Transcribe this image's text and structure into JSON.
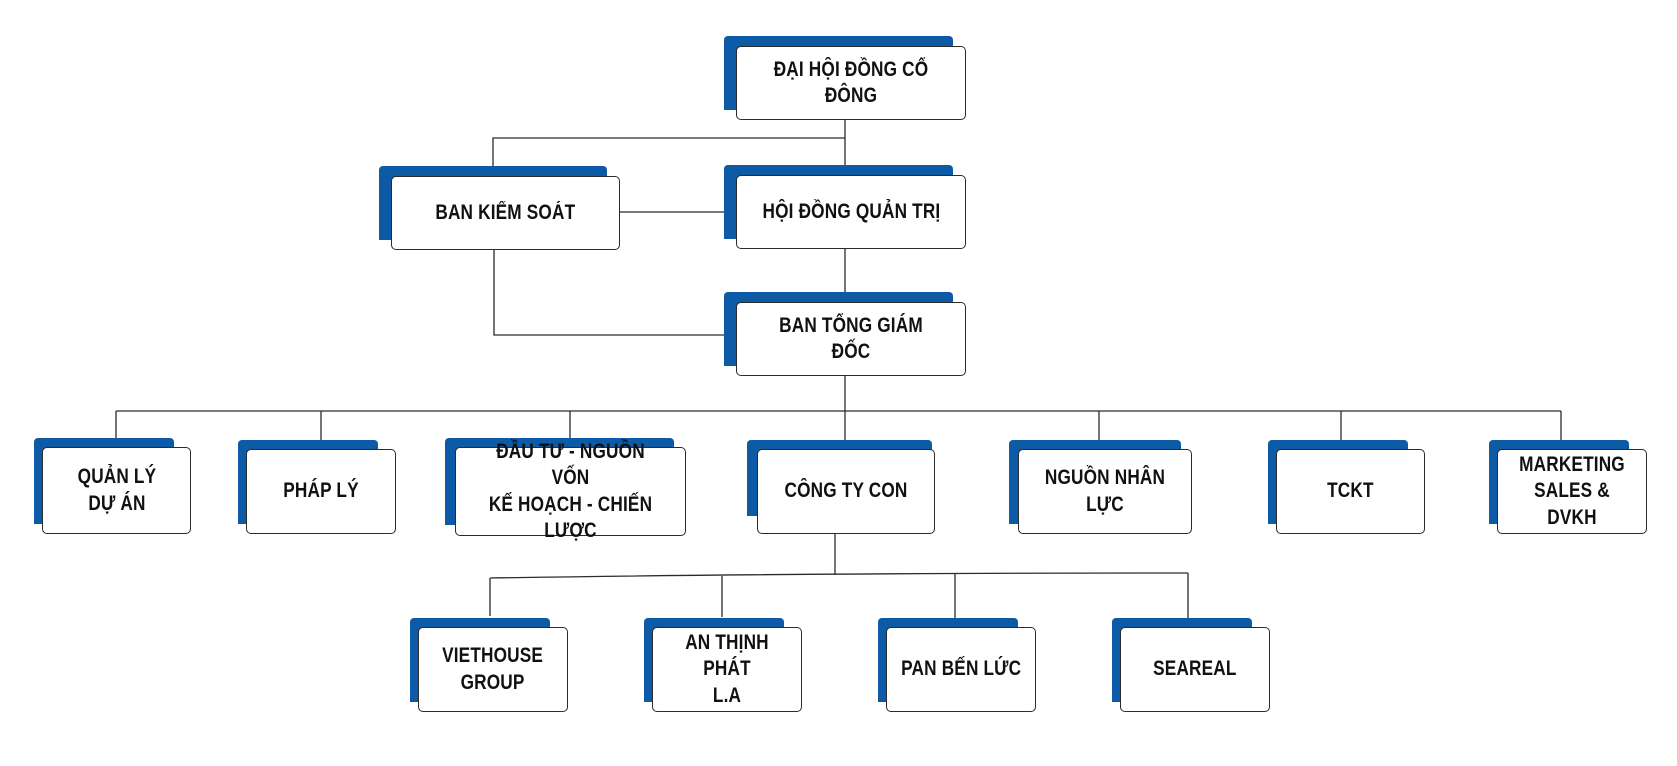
{
  "org_chart": {
    "accent_color": "#0d5aa7",
    "line_color": "#2b2b2b",
    "nodes": {
      "dhdcd": "ĐẠI HỘI ĐỒNG CỔ ĐÔNG",
      "bks": "BAN KIỂM SOÁT",
      "hdqt": "HỘI ĐỒNG QUẢN TRỊ",
      "btgd": "BAN TỔNG GIÁM ĐỐC",
      "qlda": "QUẢN LÝ\nDỰ ÁN",
      "phaply": "PHÁP LÝ",
      "dautu": "ĐẦU TƯ - NGUỒN VỐN\nKẾ HOẠCH - CHIẾN LƯỢC",
      "congtycon": "CÔNG TY CON",
      "nnl": "NGUỒN NHÂN LỰC",
      "tckt": "TCKT",
      "marketing": "MARKETING\nSALES & DVKH",
      "viethouse": "VIETHOUSE\nGROUP",
      "anthinhphat": "AN THỊNH PHÁT\nL.A",
      "panbenluc": "PAN BẾN LỨC",
      "seareal": "SEAREAL"
    }
  }
}
